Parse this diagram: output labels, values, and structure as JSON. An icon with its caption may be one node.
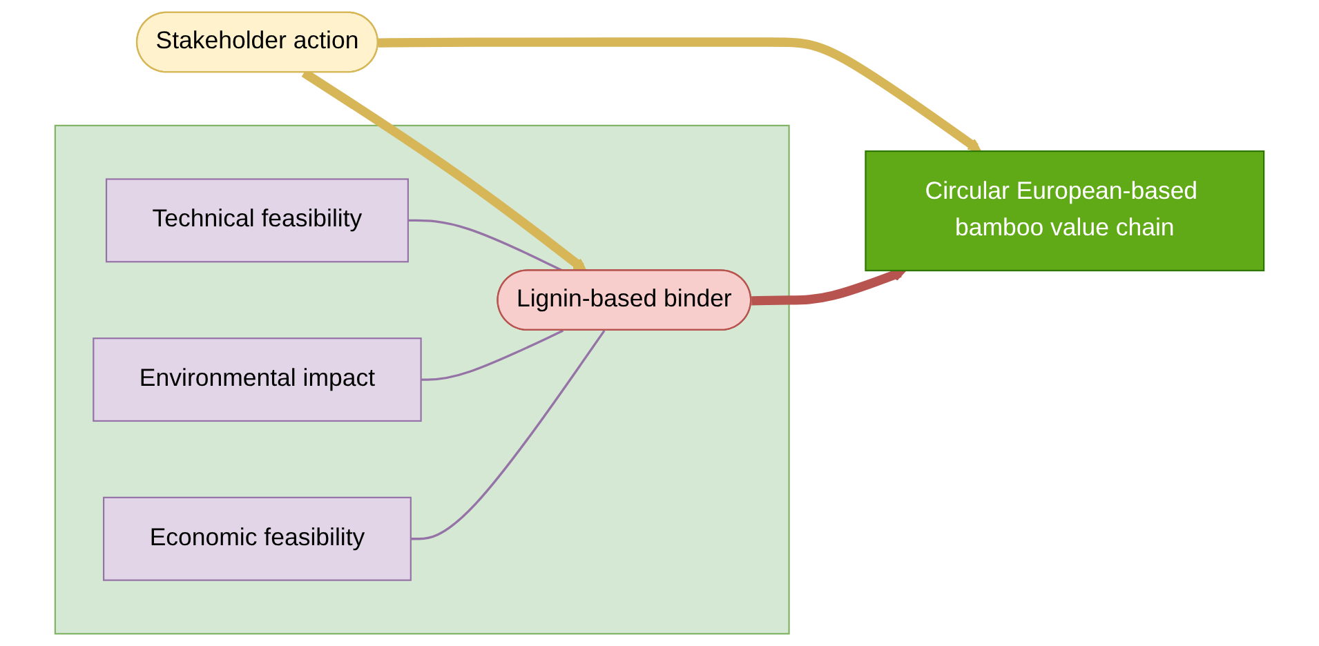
{
  "diagram": {
    "nodes": [
      {
        "text": [
          "Stakeholder action"
        ]
      },
      {
        "text": [],
        "shape": "box"
      },
      {
        "text": [
          "Technical feasibility"
        ],
        "in": 1
      },
      {
        "text": [
          "Environmental impact"
        ],
        "in": 1
      },
      {
        "text": [
          "Economic feasibility"
        ],
        "in": 1
      },
      {
        "text": [
          "Lignin-based binder"
        ],
        "in": 1
      },
      {
        "text": [
          "Circular European-based bamboo value chain"
        ]
      }
    ],
    "edges": [
      {
        "from": 0,
        "to": 5,
        "arrow": "to",
        "style": "thick",
        "color": "#d6b656"
      },
      {
        "from": 0,
        "to": 6,
        "arrow": "to",
        "style": "thick",
        "color": "#d6b656"
      },
      {
        "from": 2,
        "to": 5,
        "arrow": "none"
      },
      {
        "from": 3,
        "to": 5,
        "arrow": "none"
      },
      {
        "from": 4,
        "to": 5,
        "arrow": "none"
      },
      {
        "from": 5,
        "to": 6,
        "arrow": "to",
        "style": "thick",
        "color": "#b85450"
      }
    ]
  }
}
